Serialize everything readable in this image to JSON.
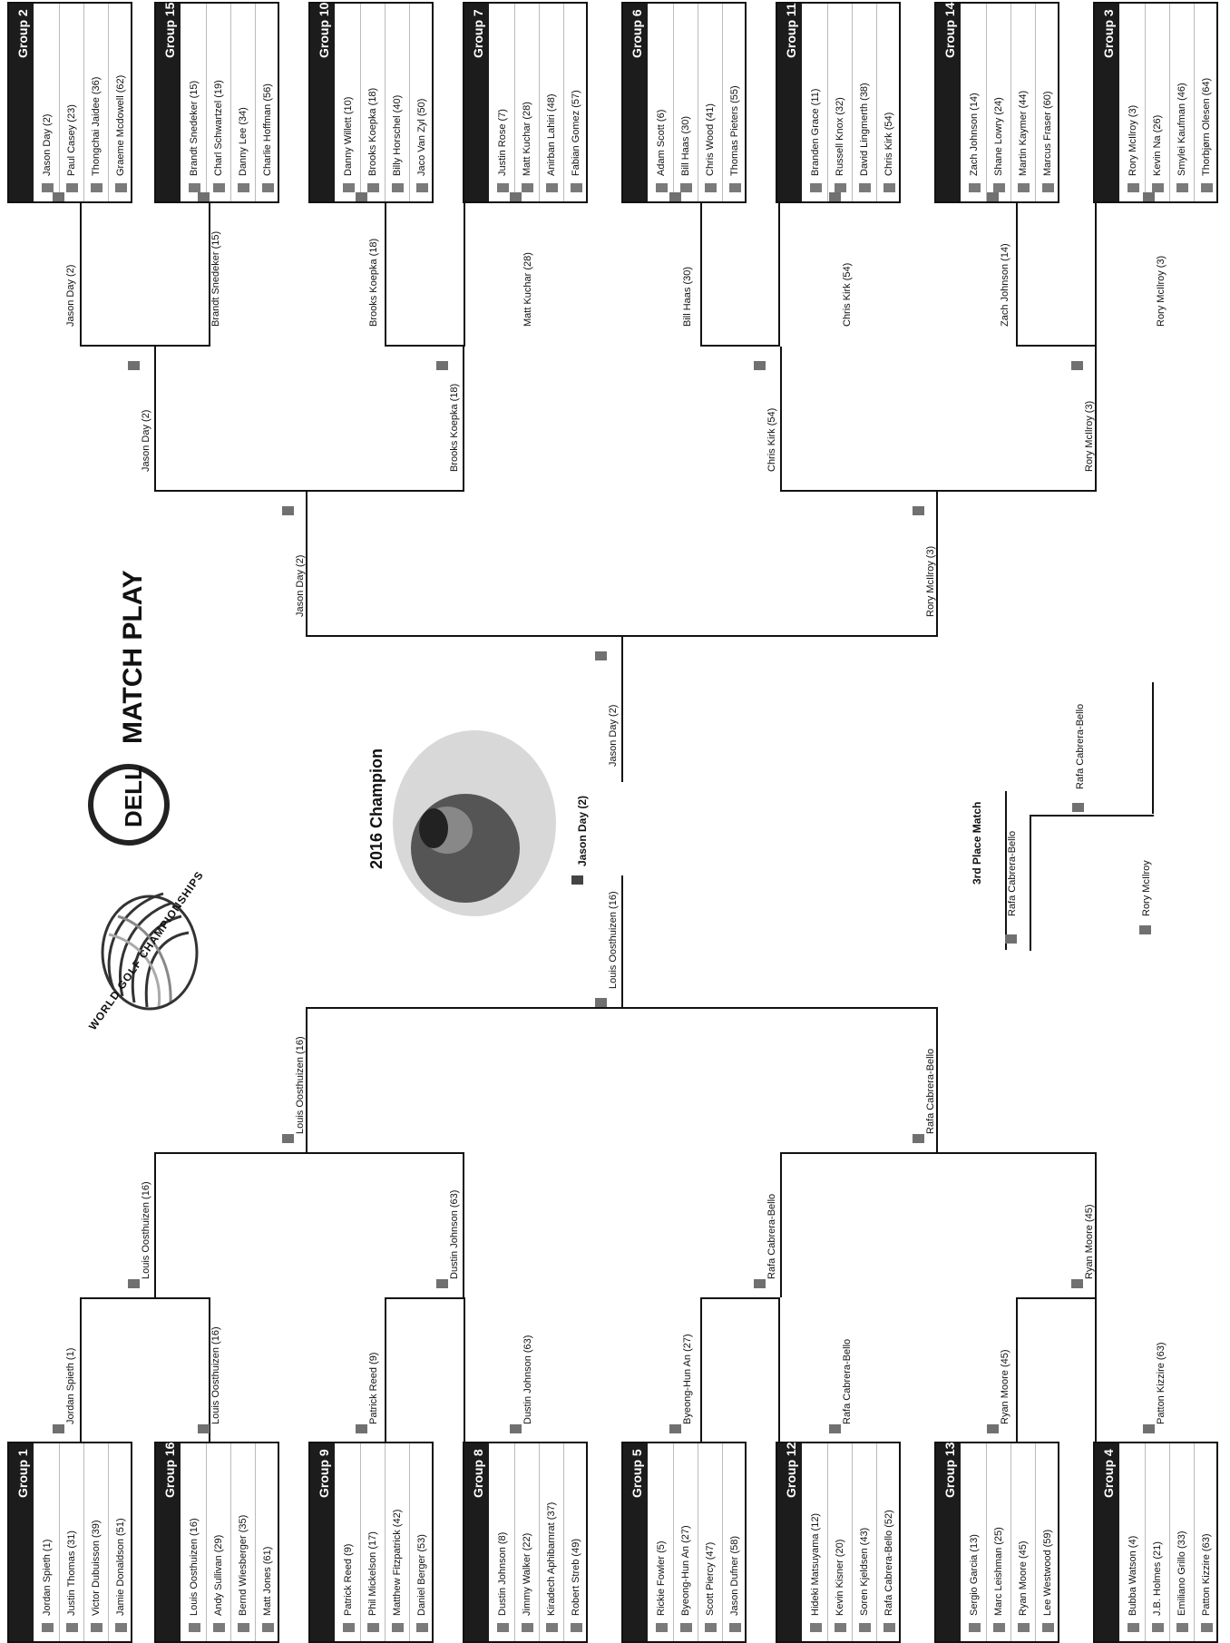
{
  "logos": {
    "wgc_text": "WORLD GOLF CHAMPIONSHIPS",
    "dell_text": "DELL",
    "match_play": "MATCH PLAY"
  },
  "champion": {
    "heading": "2016 Champion",
    "name": "Jason Day (2)"
  },
  "third_place": {
    "heading": "3rd Place Match",
    "player_a": "Rafa Cabrera-Bello",
    "player_b": "Rory McIlroy",
    "winner": "Rafa Cabrera-Bello"
  },
  "groups_top": [
    {
      "title": "Group 2",
      "players": [
        "Jason Day (2)",
        "Paul Casey (23)",
        "Thongchai Jaidee (36)",
        "Graeme Mcdowell (62)"
      ]
    },
    {
      "title": "Group 15",
      "players": [
        "Brandt Snedeker (15)",
        "Charl Schwartzel (19)",
        "Danny Lee (34)",
        "Charlie Hoffman (56)"
      ]
    },
    {
      "title": "Group 10",
      "players": [
        "Danny Willett (10)",
        "Brooks Koepka (18)",
        "Billy Horschel (40)",
        "Jaco Van Zyl (50)"
      ]
    },
    {
      "title": "Group 7",
      "players": [
        "Justin Rose (7)",
        "Matt Kuchar (28)",
        "Anirban Lahiri (48)",
        "Fabian Gomez (57)"
      ]
    },
    {
      "title": "Group 6",
      "players": [
        "Adam Scott (6)",
        "Bill Haas (30)",
        "Chris Wood (41)",
        "Thomas Pieters (55)"
      ]
    },
    {
      "title": "Group 11",
      "players": [
        "Branden Grace (11)",
        "Russell Knox (32)",
        "David Lingmerth (38)",
        "Chris Kirk (54)"
      ]
    },
    {
      "title": "Group 14",
      "players": [
        "Zach Johnson (14)",
        "Shane Lowry (24)",
        "Martin Kaymer (44)",
        "Marcus Fraser (60)"
      ]
    },
    {
      "title": "Group 3",
      "players": [
        "Rory McIlroy (3)",
        "Kevin Na (26)",
        "Smylei Kaufman (46)",
        "Thorbjørn Olesen (64)"
      ]
    }
  ],
  "groups_bottom": [
    {
      "title": "Group 1",
      "players": [
        "Jordan Spieth (1)",
        "Justin Thomas (31)",
        "Victor Dubuisson (39)",
        "Jamie Donaldson (51)"
      ]
    },
    {
      "title": "Group 16",
      "players": [
        "Louis Oosthuizen (16)",
        "Andy Sullivan (29)",
        "Bernd Wiesberger (35)",
        "Matt Jones (61)"
      ]
    },
    {
      "title": "Group 9",
      "players": [
        "Patrick Reed (9)",
        "Phil Mickelson (17)",
        "Matthew Fitzpatrick (42)",
        "Daniel Berger (53)"
      ]
    },
    {
      "title": "Group 8",
      "players": [
        "Dustin Johnson (8)",
        "Jimmy Walker (22)",
        "Kiradech Aphibarnrat (37)",
        "Robert Streb (49)"
      ]
    },
    {
      "title": "Group 5",
      "players": [
        "Rickie Fowler (5)",
        "Byeong-Hun An (27)",
        "Scott Piercy (47)",
        "Jason Dufner (58)"
      ]
    },
    {
      "title": "Group 12",
      "players": [
        "Hideki Matsuyama (12)",
        "Kevin Kisner (20)",
        "Soren Kjeldsen (43)",
        "Rafa Cabrera-Bello (52)"
      ]
    },
    {
      "title": "Group 13",
      "players": [
        "Sergio Garcia (13)",
        "Marc Leishman (25)",
        "Ryan Moore (45)",
        "Lee Westwood (59)"
      ]
    },
    {
      "title": "Group 4",
      "players": [
        "Bubba Watson (4)",
        "J.B. Holmes (21)",
        "Emiliano Grillo (33)",
        "Patton Kizzire (63)"
      ]
    }
  ],
  "top_r16": [
    "Jason Day (2)",
    "Brandt Snedeker (15)",
    "Brooks Koepka (18)",
    "Matt Kuchar (28)",
    "Bill Haas (30)",
    "Chris Kirk (54)",
    "Zach Johnson (14)",
    "Rory McIlroy (3)"
  ],
  "top_qf": [
    "Jason Day (2)",
    "Brooks Koepka (18)",
    "Chris Kirk (54)",
    "Rory McIlroy (3)"
  ],
  "top_sf": [
    "Jason Day (2)",
    "Rory McIlroy (3)"
  ],
  "top_final": "Jason Day (2)",
  "bottom_r16": [
    "Jordan Spieth (1)",
    "Louis Oosthuizen (16)",
    "Patrick Reed (9)",
    "Dustin Johnson (63)",
    "Byeong-Hun An (27)",
    "Rafa Cabrera-Bello",
    "Ryan Moore (45)",
    "Patton Kizzire (63)"
  ],
  "bottom_qf": [
    "Louis Oosthuizen (16)",
    "Dustin Johnson (63)",
    "Rafa Cabrera-Bello",
    "Ryan Moore (45)"
  ],
  "bottom_sf": [
    "Louis Oosthuizen (16)",
    "Rafa Cabrera-Bello"
  ],
  "bottom_final": "Louis Oosthuizen (16)"
}
